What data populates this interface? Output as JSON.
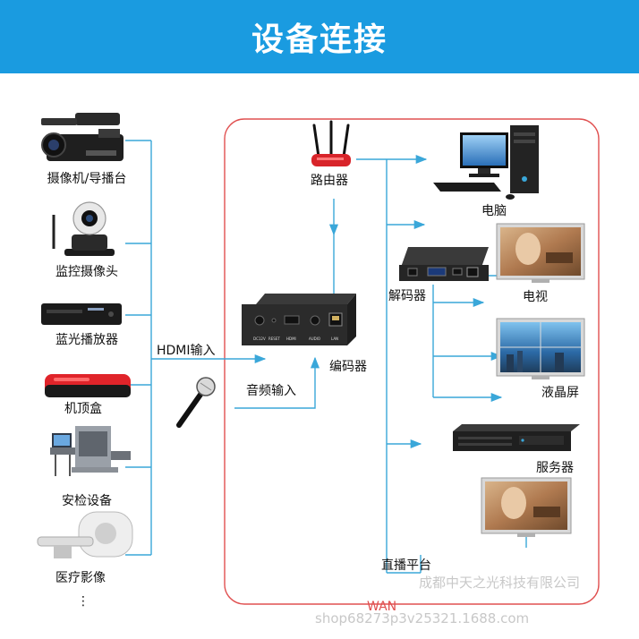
{
  "title": "设备连接",
  "sources": [
    {
      "label": "摄像机/导播台"
    },
    {
      "label": "监控摄像头"
    },
    {
      "label": "蓝光播放器"
    },
    {
      "label": "机顶盒"
    },
    {
      "label": "安检设备"
    },
    {
      "label": "医疗影像"
    }
  ],
  "source_more": "⋮",
  "hdmi_input": "HDMI输入",
  "audio_input": "音频输入",
  "encoder": {
    "label": "编码器",
    "ports": [
      "DC12V",
      "RESET",
      "HDMI",
      "AUDIO",
      "LAN"
    ]
  },
  "router": "路由器",
  "computer": "电脑",
  "decoder": "解码器",
  "tv": "电视",
  "lcd": "液晶屏",
  "server": "服务器",
  "live_platform": "直播平台",
  "wan": "WAN",
  "watermark": {
    "company": "成都中天之光科技有限公司",
    "shop": "shop68273p3v25321.1688.com"
  },
  "colors": {
    "header": "#1a9be0",
    "line": "#3aa7d9",
    "border": "#e05050"
  }
}
